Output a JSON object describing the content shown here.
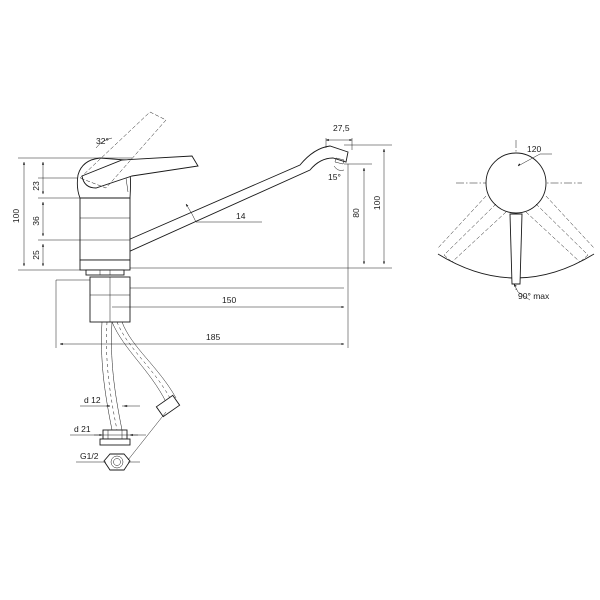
{
  "colors": {
    "line": "#1a1a1a",
    "background": "#ffffff"
  },
  "dimensions": {
    "lever_angle": "32°",
    "spout_tip_width": "27,5",
    "spout_tilt": "15°",
    "handle_height": "23",
    "overall_height_left": "100",
    "body_height": "36",
    "base_height": "25",
    "spout_diameter": "14",
    "spout_height": "80",
    "overall_height_right": "100",
    "spout_reach": "150",
    "overall_length": "185",
    "handle_rotation_diameter": "120",
    "handle_rotation_angle": "90° max"
  },
  "connections": {
    "hose_diameter": "d 12",
    "nut_diameter": "d 21",
    "thread": "G1/2"
  }
}
